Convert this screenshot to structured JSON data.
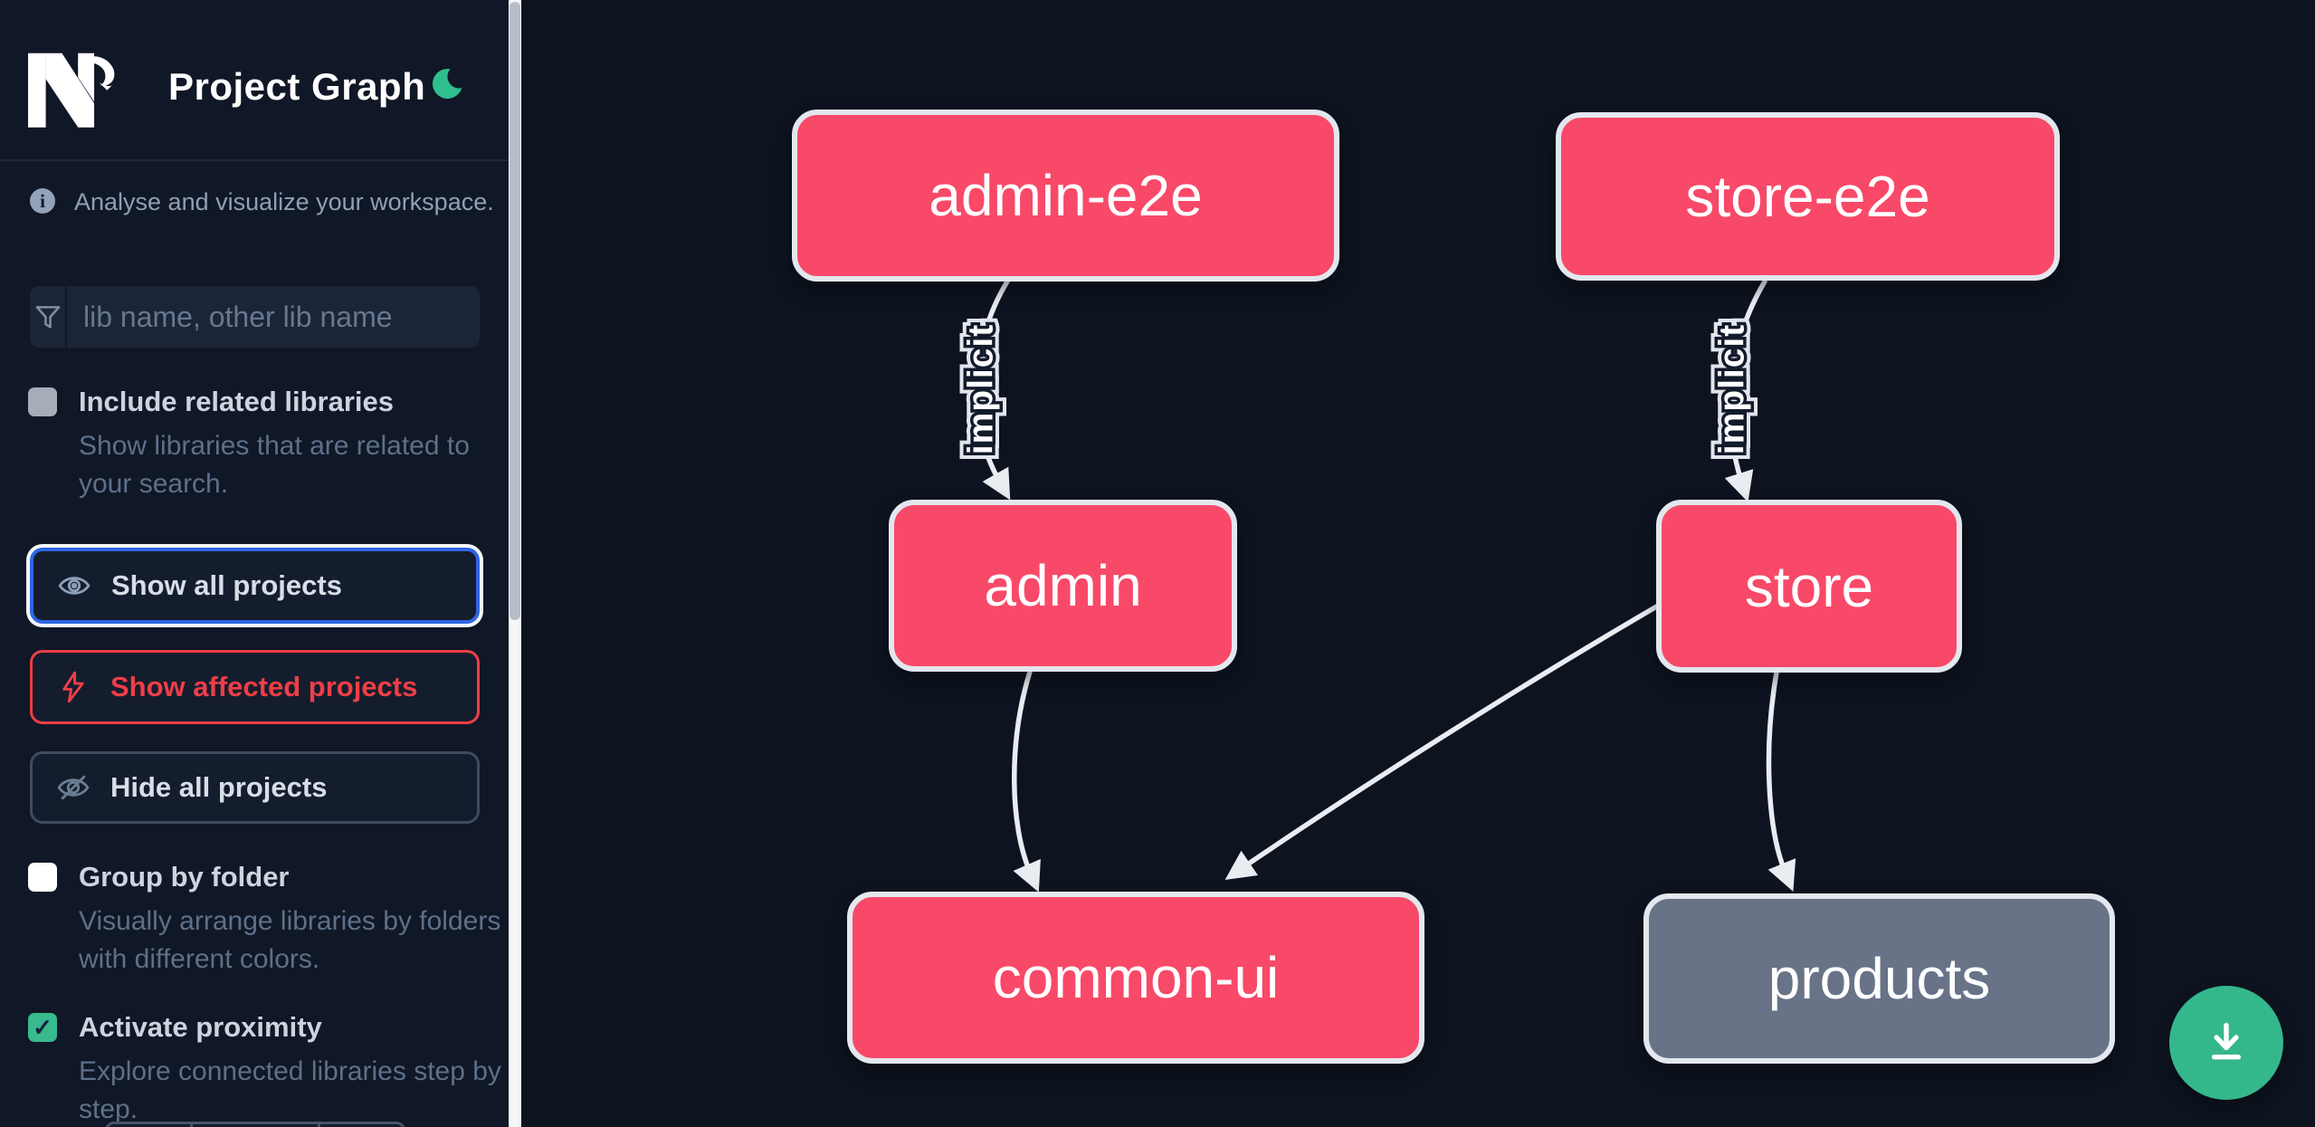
{
  "header": {
    "title": "Project Graph",
    "logo": "nx-logo",
    "theme_toggle_icon": "moon-icon",
    "theme_accent": "#2fbe8e"
  },
  "sidebar": {
    "tagline": "Analyse and visualize your workspace.",
    "search": {
      "placeholder": "lib name, other lib name",
      "value": "",
      "icon": "filter-funnel-icon"
    },
    "options": {
      "include_related": {
        "label": "Include related libraries",
        "description": "Show libraries that are related to your search.",
        "checked": false
      },
      "group_by_folder": {
        "label": "Group by folder",
        "description": "Visually arrange libraries by folders with different colors.",
        "checked": false
      },
      "activate_proximity": {
        "label": "Activate proximity",
        "description": "Explore connected libraries step by step.",
        "checked": true
      }
    },
    "actions": {
      "show_all": {
        "label": "Show all projects",
        "icon": "eye-icon",
        "focused": true
      },
      "show_affected": {
        "label": "Show affected projects",
        "icon": "lightning-icon",
        "color": "#ee3e47"
      },
      "hide_all": {
        "label": "Hide all projects",
        "icon": "eye-off-icon"
      }
    }
  },
  "graph": {
    "nodes": [
      {
        "id": "admin-e2e",
        "label": "admin-e2e",
        "color": "#f84968"
      },
      {
        "id": "store-e2e",
        "label": "store-e2e",
        "color": "#f84968"
      },
      {
        "id": "admin",
        "label": "admin",
        "color": "#f84968"
      },
      {
        "id": "store",
        "label": "store",
        "color": "#f84968"
      },
      {
        "id": "common-ui",
        "label": "common-ui",
        "color": "#f84968"
      },
      {
        "id": "products",
        "label": "products",
        "color": "#687387"
      }
    ],
    "edges": [
      {
        "from": "admin-e2e",
        "to": "admin",
        "label": "implicit"
      },
      {
        "from": "store-e2e",
        "to": "store",
        "label": "implicit"
      },
      {
        "from": "admin",
        "to": "common-ui",
        "label": ""
      },
      {
        "from": "store",
        "to": "common-ui",
        "label": ""
      },
      {
        "from": "store",
        "to": "products",
        "label": ""
      }
    ],
    "edge_color": "#e9ecf1"
  },
  "fab": {
    "icon": "download-icon",
    "color": "#35b78c"
  }
}
